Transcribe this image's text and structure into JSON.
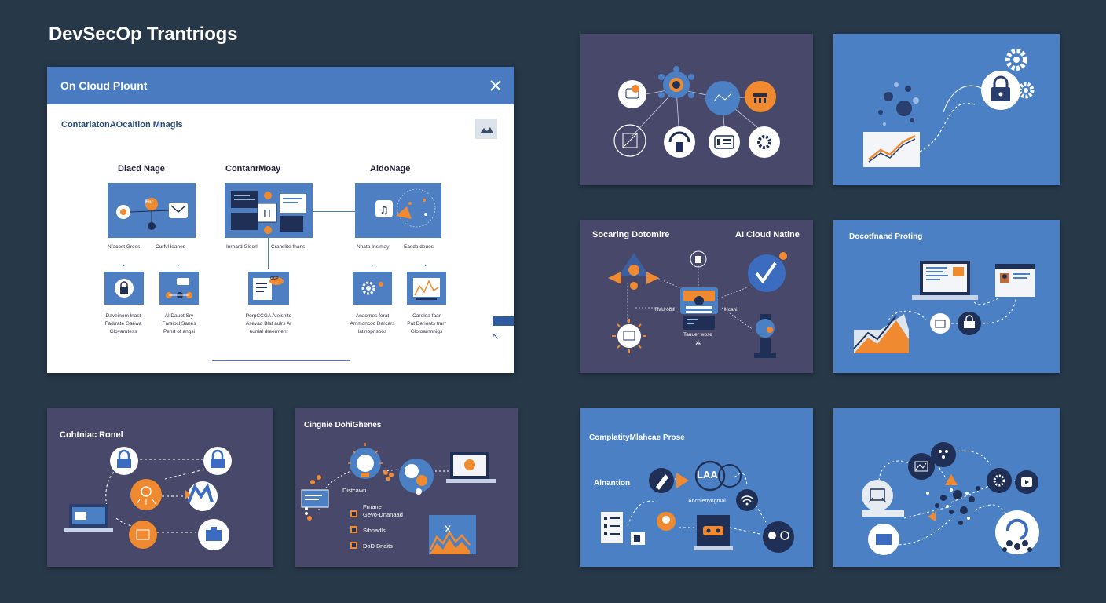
{
  "page": {
    "title": "DevSecOp Trantriogs"
  },
  "main_panel": {
    "title": "On Cloud Plount",
    "subtitle": "ContarlatonAOcaltion Mnagis",
    "columns": [
      {
        "heading": "Dlacd Nage",
        "labels": [
          "Nfacost Groes",
          "Curfvl leanes"
        ],
        "captions": [
          [
            "Daveinom lnast",
            "Fadrrate Gaewa",
            "Gloyarntess"
          ],
          [
            "Al Dauot Sry",
            "Farsibcl Sanes",
            "Penrt ot angsi"
          ]
        ],
        "badges": [
          "Enr"
        ]
      },
      {
        "heading": "ContanrMoay",
        "labels": [
          "Inrnard Gleorl",
          "Cranslite fnans"
        ],
        "captions": [
          [
            "PerpCCGA Atelsnito",
            "Asevad Blat aulrs Ar",
            "nunlal dreerment"
          ]
        ],
        "badges": [
          "CCP"
        ]
      },
      {
        "heading": "AldoNage",
        "labels": [
          "Nnata Insimay",
          "Easdo deuos"
        ],
        "captions": [
          [
            "Anaomes ferat",
            "Ammoncoc Darcars",
            "latlnopnsoos"
          ],
          [
            "Carolea faar",
            "Pat Derionts trarr",
            "Glotoarnnnigs"
          ]
        ]
      }
    ]
  },
  "cards": [
    {
      "id": "card-1",
      "title": ""
    },
    {
      "id": "card-2",
      "title": ""
    },
    {
      "id": "card-3",
      "title_left": "Socaring Dotomire",
      "title_right": "AI Cloud Natine",
      "labels": [
        "Raurobs",
        "Ncanil",
        "Tauuer wose"
      ]
    },
    {
      "id": "card-4",
      "title": "Docotfnand Proting"
    },
    {
      "id": "card-5",
      "title": "Cohtniac Ronel"
    },
    {
      "id": "card-6",
      "title": "Cingnie DohiGhenes",
      "labels": [
        "Distcawn",
        "Frnane",
        "Gevo-Dnanaad",
        "Sibhadls",
        "DoD Bnaits"
      ]
    },
    {
      "id": "card-7",
      "title": "ComplatityMlahcae Prose",
      "labels": [
        "Alnantion",
        "LAA",
        "Ancnlenyngmal"
      ]
    },
    {
      "id": "card-8",
      "title": ""
    }
  ],
  "colors": {
    "background": "#273849",
    "panel_header": "#4a7bc0",
    "card_dark": "#48486a",
    "card_blue": "#4b80c4",
    "accent_orange": "#f08a30",
    "navy": "#1f2f55"
  }
}
